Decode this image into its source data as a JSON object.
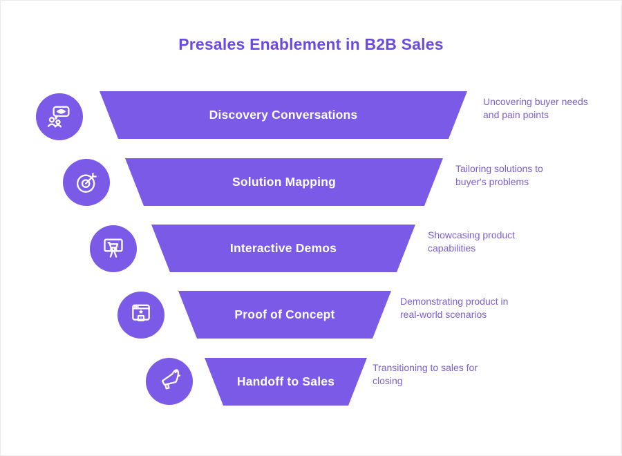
{
  "title": "Presales Enablement in B2B Sales",
  "colors": {
    "accent_purple": "#7a5ae6",
    "title_purple": "#6b4ae0",
    "description_purple": "#7b5ed2",
    "bar_text": "#ffffff",
    "background": "#ffffff"
  },
  "stages": [
    {
      "label": "Discovery Conversations",
      "description": "Uncovering buyer needs and pain points",
      "icon": "people-chat-icon"
    },
    {
      "label": "Solution Mapping",
      "description": "Tailoring solutions to buyer's problems",
      "icon": "target-dart-icon"
    },
    {
      "label": "Interactive Demos",
      "description": "Showcasing product capabilities",
      "icon": "presentation-cart-icon"
    },
    {
      "label": "Proof of Concept",
      "description": "Demonstrating product in real-world scenarios",
      "icon": "ranking-window-icon"
    },
    {
      "label": "Handoff to Sales",
      "description": "Transitioning to sales for closing",
      "icon": "megaphone-icon"
    }
  ]
}
